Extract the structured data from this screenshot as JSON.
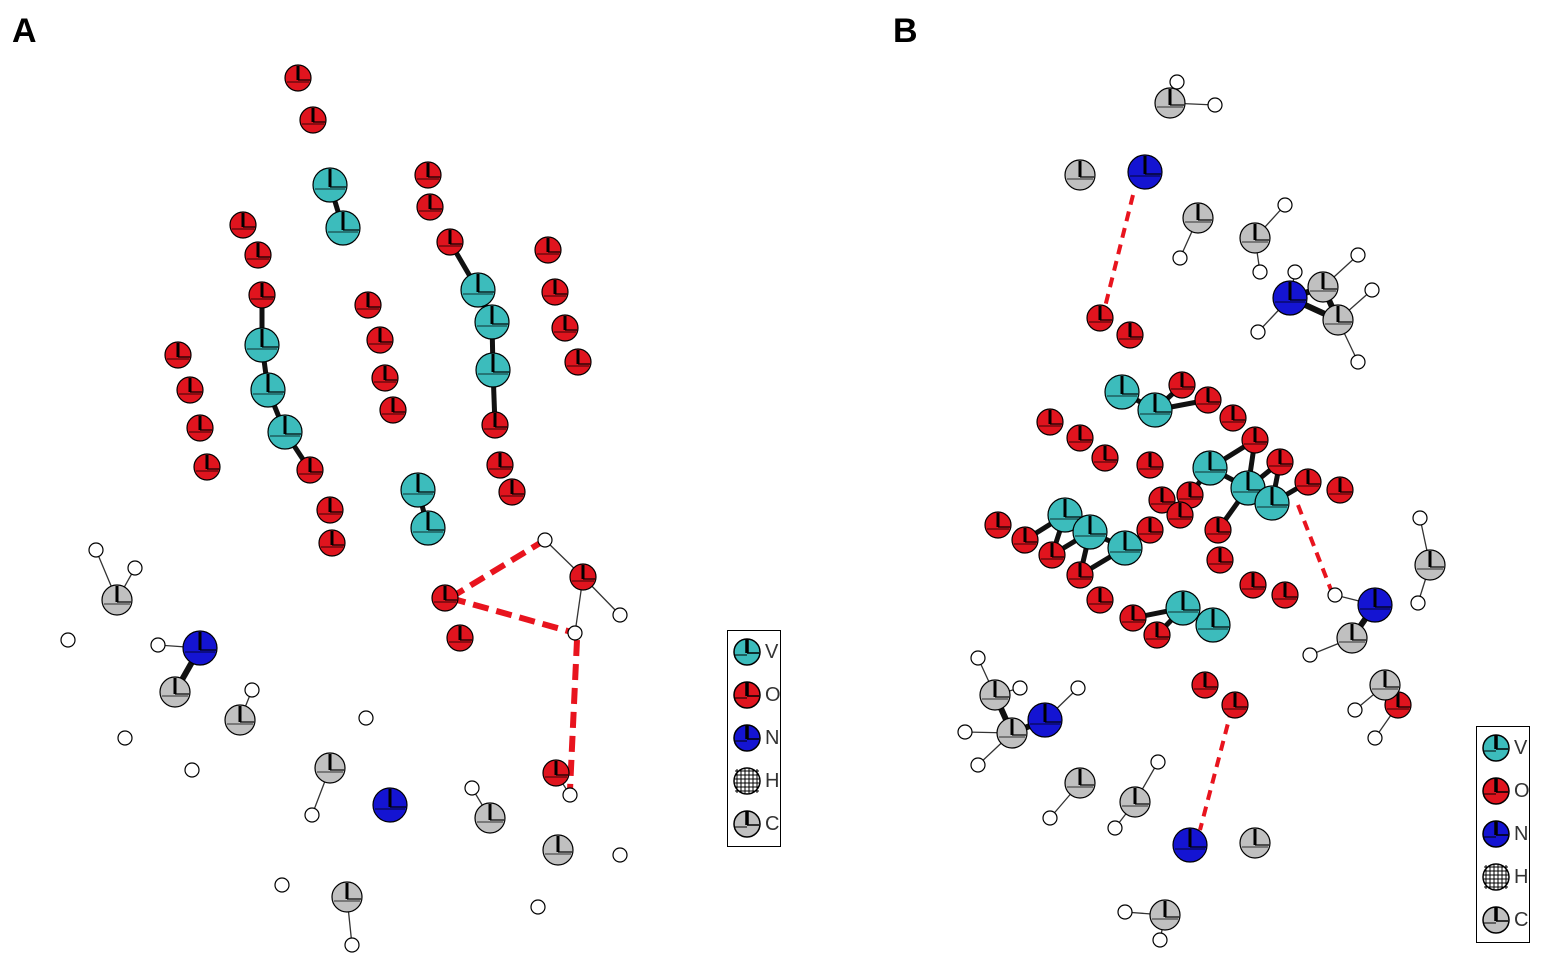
{
  "panels": [
    {
      "label": "A"
    },
    {
      "label": "B"
    }
  ],
  "legend": [
    {
      "symbol": "V",
      "color": "#3cbcbc",
      "pattern": "quadrant"
    },
    {
      "symbol": "O",
      "color": "#e0141e",
      "pattern": "quadrant"
    },
    {
      "symbol": "N",
      "color": "#1414d2",
      "pattern": "quadrant"
    },
    {
      "symbol": "H",
      "color": "#ffffff",
      "pattern": "grid"
    },
    {
      "symbol": "C",
      "color": "#c0c0c0",
      "pattern": "quadrant"
    }
  ],
  "hydrogen_bond_color": "#e8141e",
  "bond_color": "#111111"
}
